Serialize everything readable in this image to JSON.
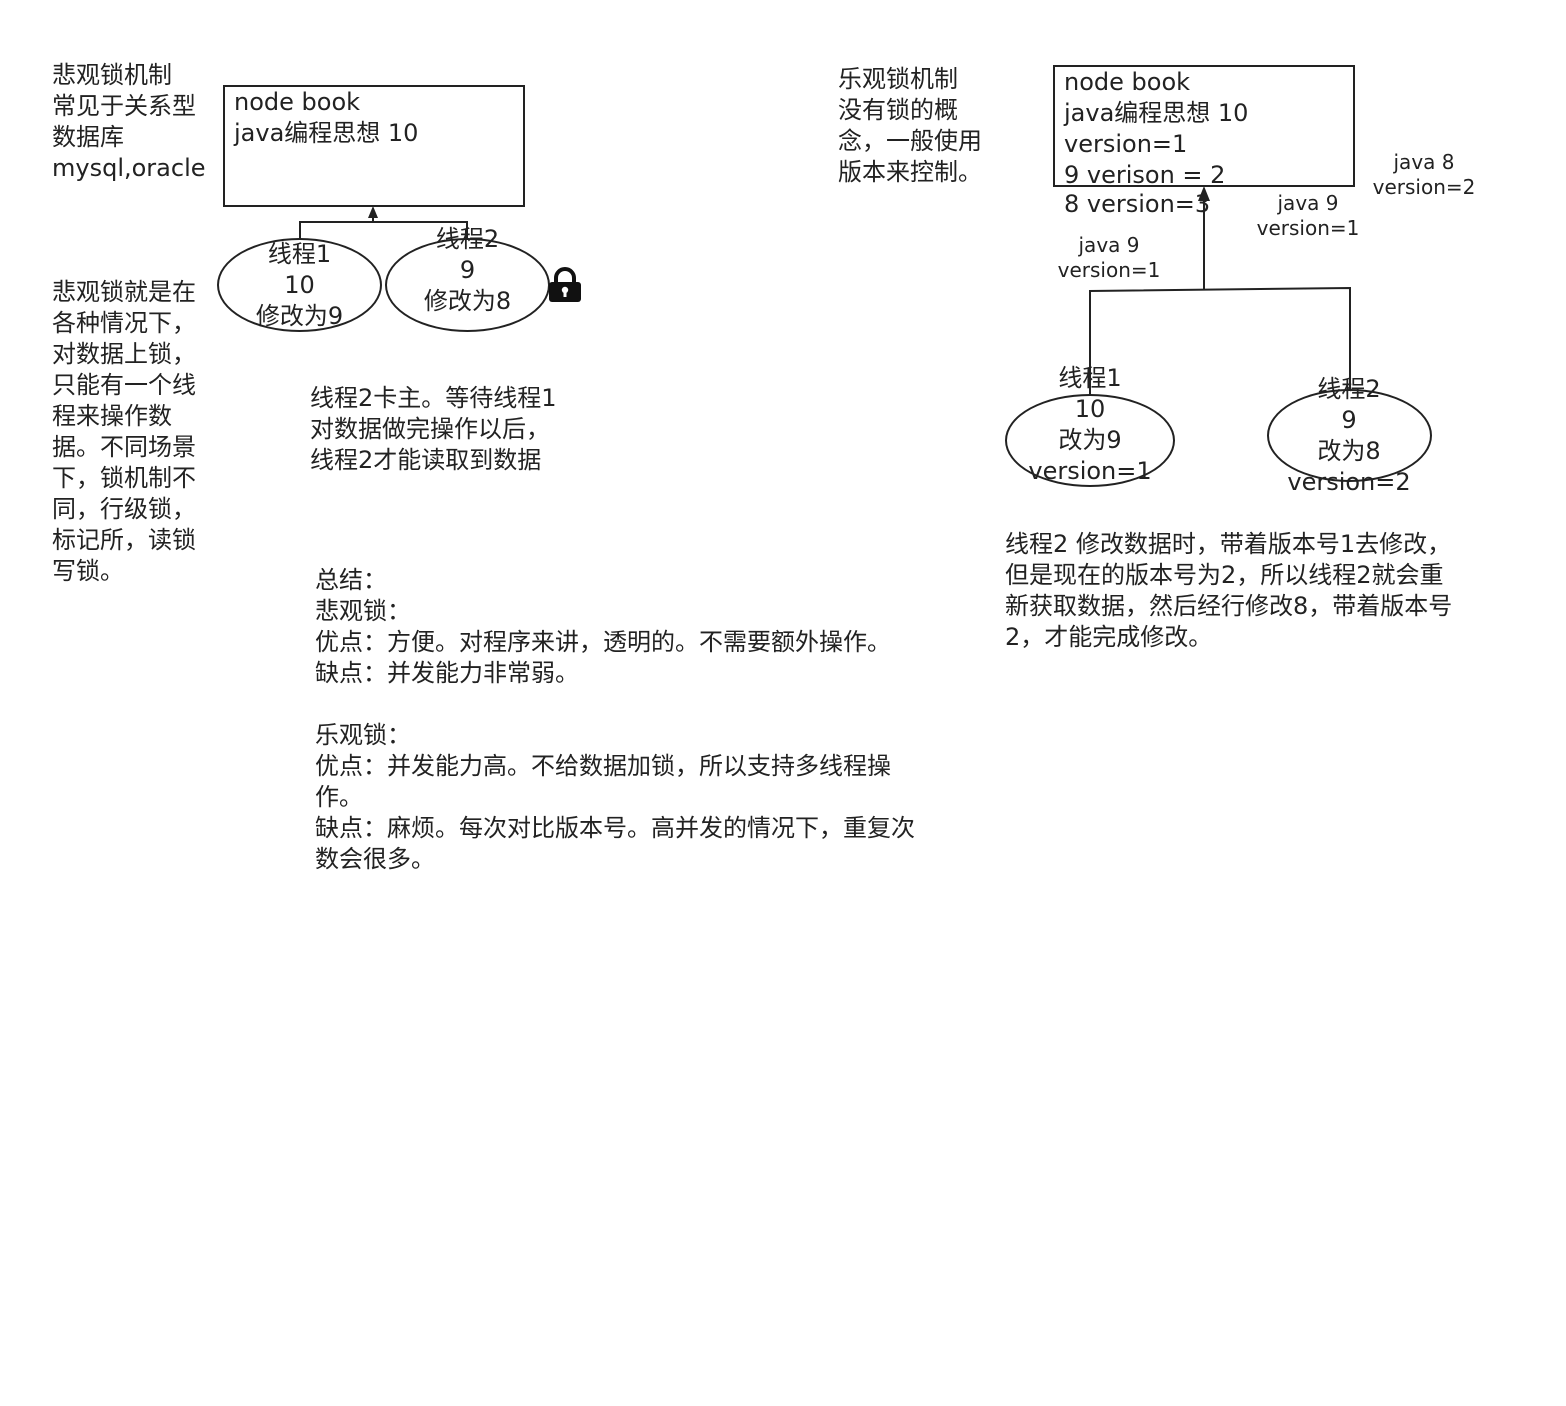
{
  "pessimistic": {
    "title_lines": "悲观锁机制\n常见于关系型\n数据库\nmysql,oracle",
    "node": {
      "title": "node book",
      "lines": "java编程思想 10"
    },
    "thread1": "线程1\n10\n修改为9",
    "thread2": "线程2\n9\n修改为8",
    "lock_icon": "lock-icon",
    "description": "悲观锁就是在\n各种情况下，\n对数据上锁，\n只能有一个线\n程来操作数\n据。不同场景\n下，锁机制不\n同，行级锁，\n标记所，读锁\n写锁。",
    "block_note": "线程2卡主。等待线程1\n对数据做完操作以后，\n线程2才能读取到数据"
  },
  "summary": {
    "text": "总结：\n悲观锁：\n优点：方便。对程序来讲，透明的。不需要额外操作。\n缺点：并发能力非常弱。\n\n乐观锁：\n优点：并发能力高。不给数据加锁，所以支持多线程操\n作。\n缺点：麻烦。每次对比版本号。高并发的情况下，重复次\n数会很多。"
  },
  "optimistic": {
    "title_lines": "乐观锁机制\n没有锁的概\n念，一般使用\n版本来控制。",
    "node": {
      "title": "node book",
      "lines": "java编程思想 10\nversion=1\n9 verison = 2"
    },
    "overflow_line": "8 version=3",
    "label_java8": "java 8\nversion=2",
    "label_java9_right": "java 9\nversion=1",
    "label_java9_left": "java 9\nversion=1",
    "thread1": "线程1\n10\n改为9\nversion=1",
    "thread2": "线程2\n9\n改为8\nversion=2",
    "explanation": "线程2 修改数据时，带着版本号1去修改，\n但是现在的版本号为2，所以线程2就会重\n新获取数据，然后经行修改8，带着版本号\n2，才能完成修改。"
  },
  "colors": {
    "ink": "#222222",
    "background": "#ffffff"
  }
}
